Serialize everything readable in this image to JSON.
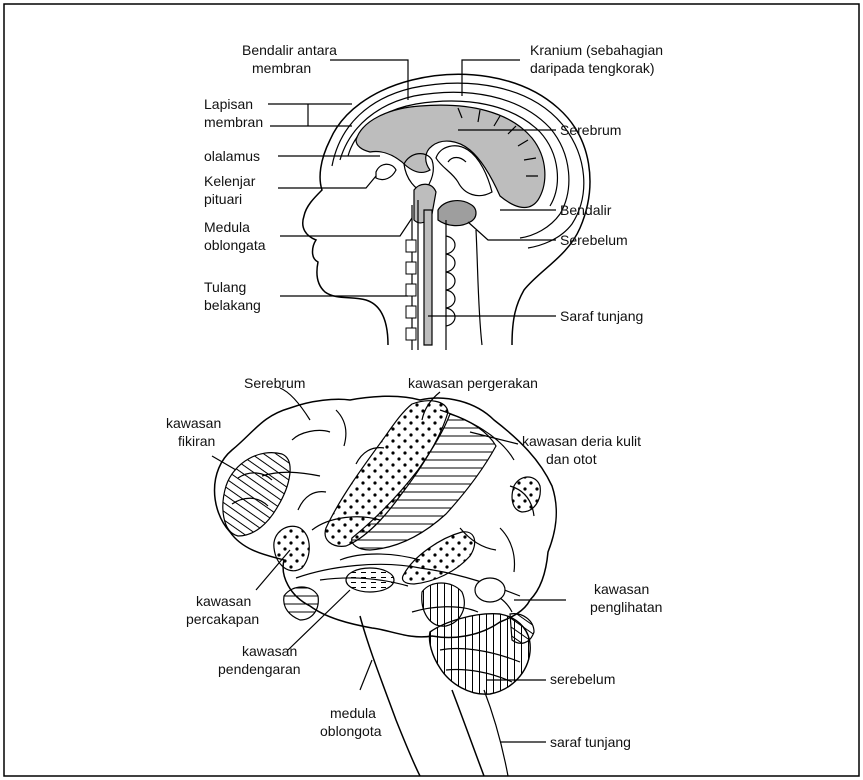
{
  "top_diagram": {
    "labels": {
      "bendalir_antara": [
        "Bendalir antara",
        "membran"
      ],
      "kranium": [
        "Kranium (sebahagian",
        "daripada tengkorak)"
      ],
      "lapisan": [
        "Lapisan",
        "membran"
      ],
      "serebrum": [
        "Serebrum"
      ],
      "talamus": [
        "olalamus"
      ],
      "kelenjar": [
        "Kelenjar",
        "pituari"
      ],
      "bendalir": [
        "Bendalir"
      ],
      "medula": [
        "Medula",
        "oblongata"
      ],
      "serebelum": [
        "Serebelum"
      ],
      "tulang": [
        "Tulang",
        "belakang"
      ],
      "saraf": [
        "Saraf tunjang"
      ]
    }
  },
  "bottom_diagram": {
    "labels": {
      "serebrum": [
        "Serebrum"
      ],
      "pergerakan": [
        "kawasan pergerakan"
      ],
      "fikiran": [
        "kawasan",
        "fikiran"
      ],
      "deria": [
        "kawasan deria kulit",
        "dan otot"
      ],
      "percakapan": [
        "kawasan",
        "percakapan"
      ],
      "penglihatan": [
        "kawasan",
        "penglihatan"
      ],
      "pendengaran": [
        "kawasan",
        "pendengaran"
      ],
      "serebelum": [
        "serebelum"
      ],
      "medula": [
        "medula",
        "oblongota"
      ],
      "saraf": [
        "saraf tunjang"
      ]
    }
  },
  "colors": {
    "grey_fill": "#bdbdbd",
    "line": "#000000",
    "frame": "#000000"
  }
}
